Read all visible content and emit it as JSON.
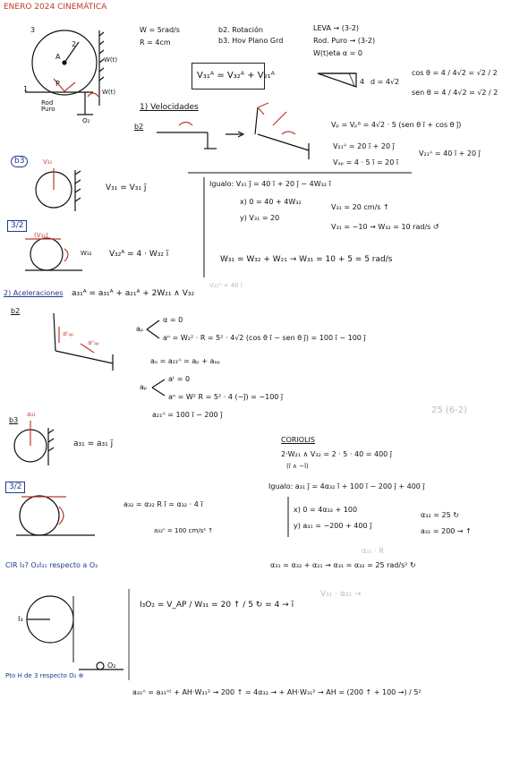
{
  "header": {
    "title": "ENERO 2024 CINEMÁTICA",
    "title_color": "#c0392b"
  },
  "given": {
    "omega": "W = 5rad/s",
    "radius": "R = 4cm",
    "b2": "b2. Rotación",
    "b3": "b3. Hov Plano Grd",
    "leva": "LEVA → (3-2)",
    "rod": "Rod. Puro → (3-2)",
    "wtheta": "W(t)eta  α = 0"
  },
  "triangle": {
    "cos": "cos θ = 4 / 4√2 = √2 / 2",
    "sin": "sen θ = 4 / 4√2 = √2 / 2",
    "d": "d = 4√2",
    "side": "4"
  },
  "fig1": {
    "num3": "3",
    "num2": "2",
    "num1": "1",
    "A": "A",
    "P": "P",
    "rod_label": "Rod\nPuro",
    "w_label": "W(t)",
    "ctx": "W(t)",
    "o2": "O₂"
  },
  "sec1": {
    "title": "1) Velocidades",
    "eq": "V₃₁ᴬ = V₃₂ᴬ + V₂₁ᴬ",
    "b2": "b2",
    "vp": "Vₚ = Vₚᴮ = 4√2 · 5 (sen θ ĩ + cos θ j̃)",
    "v21": "V₂₁ᴬ = 20 ĩ + 20 j̃",
    "vap": "Vₐₚ = 4 · 5 ĩ = 20 ĩ",
    "v21r": "V₂₁ᴬ = 40 ĩ + 20 j̃",
    "b3": "b3",
    "b3eq": "V₃₁ = V₃₁ j̃",
    "r32": "3/2",
    "r32eq": "V₃₂ᴬ = 4 · W₃₂ ĩ",
    "v31small": "V₃₁",
    "v32small": "(V₃₂)",
    "w32small": "W₃₂",
    "vpa": "V₂₁ᴬ = 40 ĩ"
  },
  "iguala": {
    "line1": "Igualo:  V₃₁ j̃ = 40 ĩ + 20 j̃ − 4W₃₂ ĩ",
    "x": "x) 0 = 40 + 4W₃₂",
    "y": "y) V₃₁ = 20",
    "res1": "V₃₁ = 20 cm/s ↑",
    "res2": "V₃₁ = −10 → W₃₂ = 10 rad/s ↺",
    "w": "W₃₁ = W₃₂ + W₂₁ →  W₃₁ = 10 + 5 = 5 rad/s"
  },
  "sec2": {
    "title": "2) Aceleraciones",
    "eq": "a₃₁ᴬ = a₃₁ᴬ + a₂₁ᴬ + 2W₂₁ ∧ V₃₂",
    "b2": "b2",
    "alpha": "α = 0",
    "an": "aⁿ = W₂² · R = 5² · 4√2 (cos θ ĩ − sen θ j̃) = 100 ĩ − 100 j̃",
    "ap": "aₚ",
    "aA": "aₐ = a₂₁ᴬ = aₚ + aₐₚ",
    "at": "aᵗ = 0",
    "an2": "aⁿ = W² R = 5² · 4 (−j̃) = −100 j̃",
    "a21": "a₂₁ᴬ = 100 ĩ − 200 j̃",
    "b3": "b3",
    "b3eq": "a₃₁ = a₃₁ j̃",
    "apa": "a₃₁ᴬ",
    "apn": "aᵗₐₚ",
    "aapn": "aⁿₐₚ",
    "coriolis_t": "CORIOLIS",
    "coriolis": "2·W₂₁ ∧ V₃₂ = 2 · 5 · 40 = 400 j̃",
    "cor_sub": "(ĩ ∧ −ĩ)",
    "faint1": "25 (6-2)",
    "r32": "3/2",
    "a32": "a₃₂ = α₃₂ R ĩ = α₃₂ · 4 ĩ",
    "a32n": "a₃₂ⁿ = 100 cm/s² ↑",
    "igualo": "Igualo:  a₃₁ j̃ = 4α₃₂ ĩ + 100 ĩ − 200 j̃ + 400 j̃",
    "x": "x) 0 = 4α₃₂ + 100",
    "y": "y) a₃₁ = −200 + 400 j̃",
    "r1": "α₃₂ = 25 ↻",
    "r2": "a₃₁ = 200 → ↑",
    "faint2": "α₃₁ · R",
    "alpha31": "α₃₁ = α₃₂ + α₂₁ → α₃₁ = α₃₂ = 25 rad/s² ↻",
    "faint3": "V₃₁ · α₃₁ →",
    "small_a": "a₃₁"
  },
  "cir": {
    "title": "CIR I₃?  O₂I₃₁ respecto a O₂",
    "eq": "I₃O₂ = V_AP / W₃₁ = 20 ↑ / 5 ↻ = 4 → ĩ",
    "i3": "I₃",
    "o2": "O₂",
    "pto": "Pto H de 3 respecto O₂ ⊕",
    "final": "a₃₁ᴬ = a₃₁ᴬᵗ + AH·W₃₁² →  200 ↑ = 4α₃₂ → + AH·W₃₁² →  AH = (200 ↑ + 100 →) / 5²"
  },
  "colors": {
    "ink": "#111111",
    "red": "#c0392b",
    "blue": "#233a8f"
  }
}
